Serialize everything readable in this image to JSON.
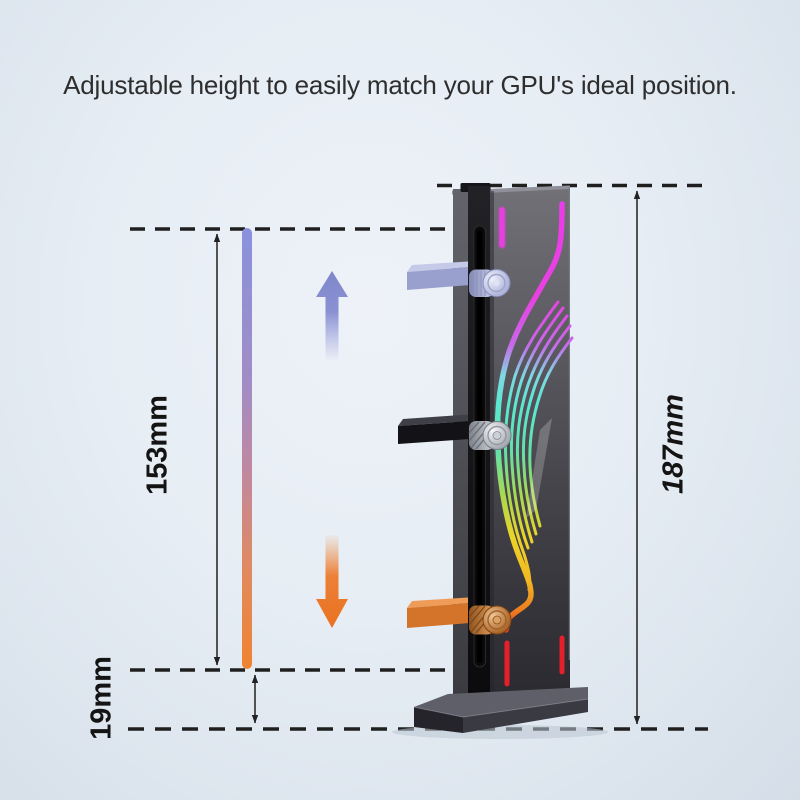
{
  "header": {
    "title": "Adjustable height to easily match your GPU's ideal position."
  },
  "dimensions": {
    "travel": {
      "label": "153mm",
      "meaning": "adjustable height range"
    },
    "base_clearance": {
      "label": "19mm",
      "meaning": "minimum height above base"
    },
    "total_height": {
      "label": "187mm",
      "meaning": "overall stand height"
    }
  },
  "icons": {
    "up_arrow": "up-arrow-icon",
    "down_arrow": "down-arrow-icon"
  },
  "colors": {
    "background": "#e6edf4",
    "title_text": "#2e2e2e",
    "dimension_text": "#141414",
    "dashed_line": "#1f1f1f",
    "up_arrow": "#8a91d3",
    "down_arrow": "#ec7e2f",
    "range_bar_top": "#8a92dd",
    "range_bar_bottom": "#ef8332",
    "rgb_magenta": "#e93ce9",
    "rgb_cyan": "#5ae8d2",
    "rgb_green": "#a8d850",
    "rgb_yellow": "#ecd428",
    "rgb_red": "#e8202a",
    "knob_lavender": "#b6bbdf",
    "knob_silver": "#c9cdd5",
    "knob_copper": "#d07b3a",
    "stand_body": "#4a4a52"
  }
}
